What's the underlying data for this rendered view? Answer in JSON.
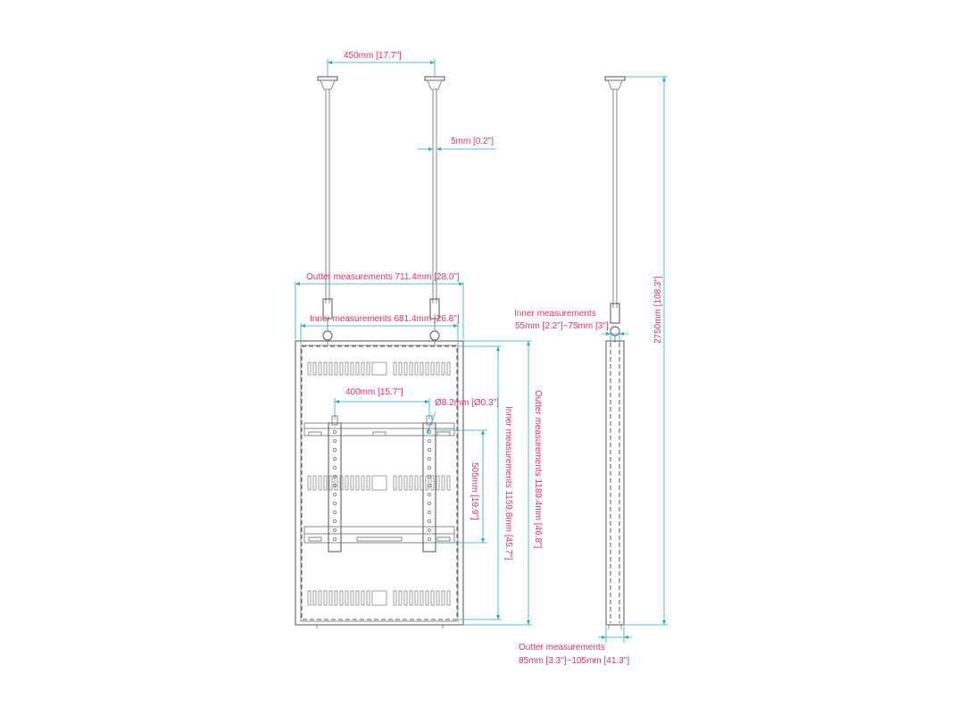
{
  "colors": {
    "label": "#e0346a",
    "dimension_line": "#2aa8cc",
    "outline": "#6f6f6f"
  },
  "labels": {
    "pole_spacing": "450mm [17.7\"]",
    "pole_diameter": "5mm [0.2\"]",
    "outer_width": "Outter measurements 711.4mm [28.0\"]",
    "inner_width": "Inner measurements 681.4mm [26.8\"]",
    "vesa_width": "400mm [15.7\"]",
    "hole_diameter": "Ø8.2mm [Ø0.3\"]",
    "vesa_height": "505mm [19.9\"]",
    "inner_height": "Inner measurements 1159.8mm [45.7\"]",
    "outer_height": "Outter measurements 1189.4mm [46.8\"]",
    "side_inner_title": "Inner measurements",
    "side_inner_value": "55mm [2.2\"]~75mm [3\"]",
    "total_height": "2750mm [108.3\"]",
    "side_outer_title": "Outter measurements",
    "side_outer_value": "85mm [3.3\"]~105mm [41.3\"]"
  }
}
